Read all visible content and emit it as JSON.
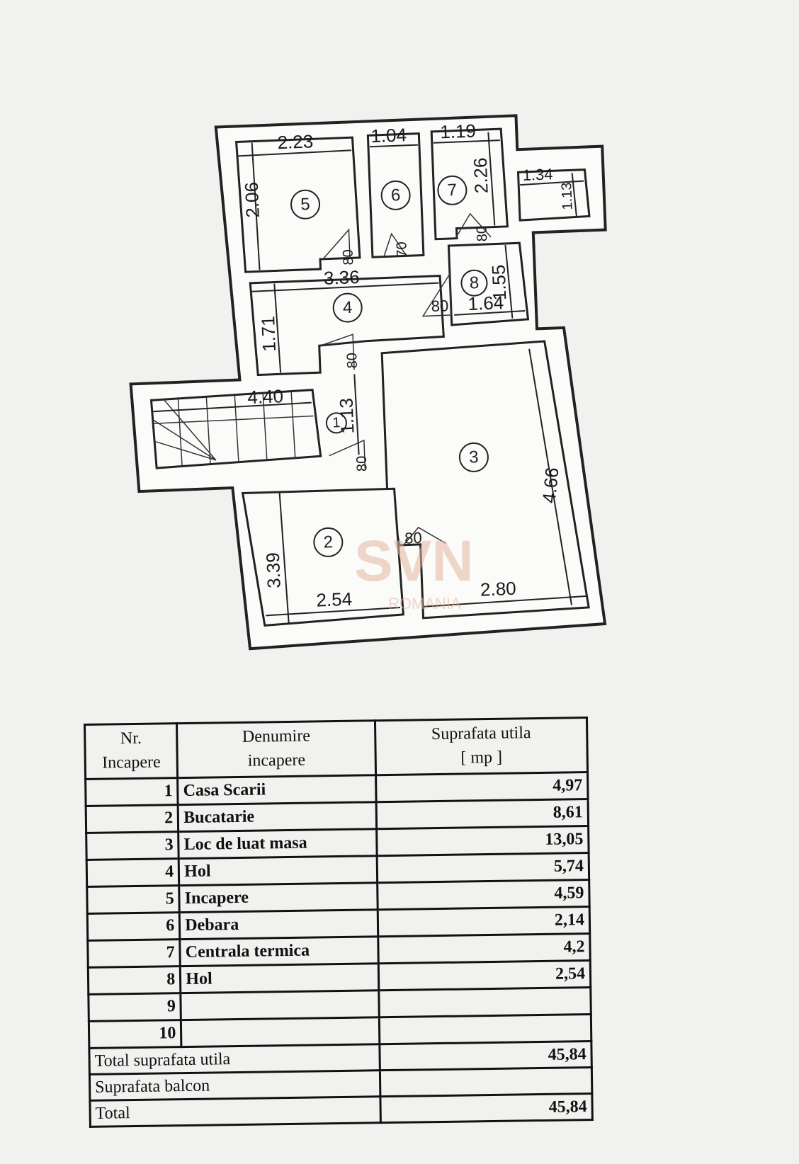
{
  "plan": {
    "rooms": [
      {
        "id": "1",
        "label": "1"
      },
      {
        "id": "2",
        "label": "2"
      },
      {
        "id": "3",
        "label": "3"
      },
      {
        "id": "4",
        "label": "4"
      },
      {
        "id": "5",
        "label": "5"
      },
      {
        "id": "6",
        "label": "6"
      },
      {
        "id": "7",
        "label": "7"
      },
      {
        "id": "8",
        "label": "8"
      }
    ],
    "dimensions": [
      "2.23",
      "2.06",
      "1.04",
      "1.19",
      "2.26",
      "1.34",
      "1.13",
      "3.36",
      "1.71",
      "1.55",
      "1.64",
      "4.40",
      "1.13",
      "4.66",
      "3.39",
      "2.54",
      "2.80"
    ],
    "doors": [
      "80",
      "70",
      "80",
      "80",
      "80",
      "80",
      "80"
    ],
    "watermark": {
      "brand": "SVN",
      "sub": "ROMANIA"
    }
  },
  "table": {
    "headers": {
      "col1_line1": "Nr.",
      "col1_line2": "Incapere",
      "col2_line1": "Denumire",
      "col2_line2": "incapere",
      "col3_line1": "Suprafata utila",
      "col3_line2": "[ mp ]"
    },
    "rows": [
      {
        "nr": "1",
        "name": "Casa Scarii",
        "area": "4,97"
      },
      {
        "nr": "2",
        "name": "Bucatarie",
        "area": "8,61"
      },
      {
        "nr": "3",
        "name": "Loc de luat masa",
        "area": "13,05"
      },
      {
        "nr": "4",
        "name": "Hol",
        "area": "5,74"
      },
      {
        "nr": "5",
        "name": "Incapere",
        "area": "4,59"
      },
      {
        "nr": "6",
        "name": "Debara",
        "area": "2,14"
      },
      {
        "nr": "7",
        "name": "Centrala termica",
        "area": "4,2"
      },
      {
        "nr": "8",
        "name": "Hol",
        "area": "2,54"
      },
      {
        "nr": "9",
        "name": "",
        "area": ""
      },
      {
        "nr": "10",
        "name": "",
        "area": ""
      }
    ],
    "total_util_label": "Total suprafata utila",
    "total_util_value": "45,84",
    "balcon_label": "Suprafata balcon",
    "balcon_value": "",
    "total_label": "Total",
    "total_value": "45,84"
  }
}
